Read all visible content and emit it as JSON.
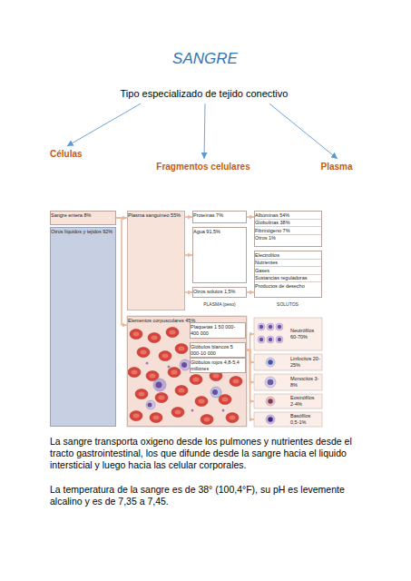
{
  "diagram": {
    "title": "SANGRE",
    "nodes": [
      {
        "text": [
          "Tipo especializado de tejido conectivo"
        ]
      },
      {
        "text": [
          "Células"
        ]
      },
      {
        "text": [
          "Fragmentos celulares"
        ]
      },
      {
        "text": [
          "Plasma"
        ]
      },
      {
        "text": [
          "Sangre entera 8%"
        ]
      },
      {
        "text": [
          "Otros líquidos y tejidos 92%"
        ]
      },
      {
        "text": [
          "Plasma sanguíneo 55%"
        ]
      },
      {
        "text": [
          "Proteínas 7%"
        ]
      },
      {
        "text": [
          "Agua 91,5%"
        ]
      },
      {
        "text": [
          "Otros solutos 1,5%"
        ]
      },
      {
        "text": [
          "Albúminas 54%",
          "Globulinas 38%",
          "Fibrinógeno 7%",
          "Otros 1%"
        ]
      },
      {
        "text": [
          "Electrolitos",
          "Nutrientes",
          "Gases",
          "Sustancias reguladoras",
          "Productos de desecho"
        ]
      },
      {
        "text": [
          "Elementos corpusculares 45%"
        ]
      },
      {
        "text": [
          "Plaquetas 1 50 000-400 000"
        ],
        "in": 12
      },
      {
        "text": [
          "Glóbulos blancos 5 000-10 000"
        ],
        "in": 12
      },
      {
        "text": [
          "Glóbulos rojos 4,8-5,4 millones"
        ],
        "in": 12
      },
      {
        "text": [
          "Neutrófilos 60-70%"
        ]
      },
      {
        "text": [
          "Linfocitos 20-25%"
        ]
      },
      {
        "text": [
          "Monocitos 3-8%"
        ]
      },
      {
        "text": [
          "Eosinófilos 2-4%"
        ]
      },
      {
        "text": [
          "Basófilos 0,5-1%"
        ]
      }
    ],
    "edges": [
      {
        "from": 0,
        "to": 1,
        "arrow": "to"
      },
      {
        "from": 0,
        "to": 2,
        "arrow": "to"
      },
      {
        "from": 0,
        "to": 3,
        "arrow": "to"
      },
      {
        "from": 4,
        "to": 6,
        "arrow": "to"
      },
      {
        "from": 4,
        "to": 12,
        "arrow": "to"
      },
      {
        "from": 6,
        "to": 7,
        "arrow": "to"
      },
      {
        "from": 6,
        "to": 8,
        "arrow": "to"
      },
      {
        "from": 6,
        "to": 9,
        "arrow": "to"
      },
      {
        "from": 7,
        "to": 10,
        "arrow": "to"
      },
      {
        "from": 9,
        "to": 11,
        "arrow": "to"
      },
      {
        "from": 14,
        "to": 16,
        "arrow": "to"
      },
      {
        "from": 14,
        "to": 17,
        "arrow": "to"
      },
      {
        "from": 14,
        "to": 18,
        "arrow": "to"
      },
      {
        "from": 14,
        "to": 19,
        "arrow": "to"
      },
      {
        "from": 14,
        "to": 20,
        "arrow": "to"
      }
    ],
    "labels": [
      "PLASMA (peso)",
      "SOLUTOS",
      "La sangre transporta oxigeno desde los pulmones y nutrientes desde el tracto gastrointestinal, los que difunde desde la sangre hacia el liquido intersticial y luego hacia las celular corporales.",
      "La temperatura de la sangre es de 38° (100,4°F), su pH es levemente alcalino y es de 7,35 a 7,45."
    ]
  }
}
